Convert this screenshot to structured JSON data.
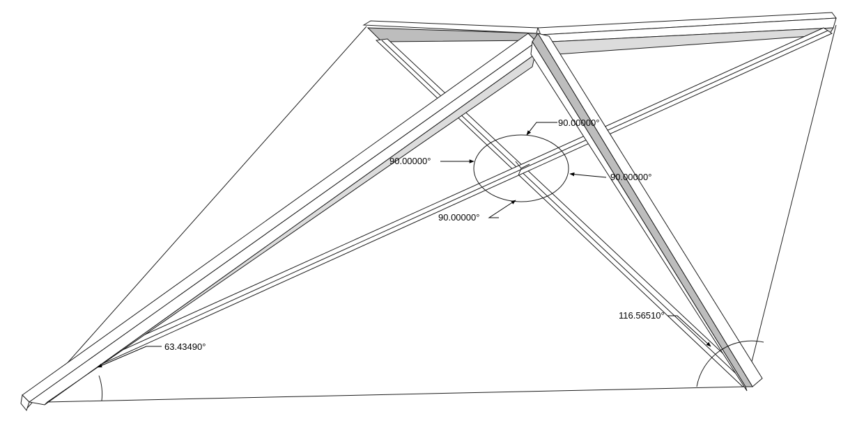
{
  "colors": {
    "background": "#ffffff",
    "stroke": "#1a1a1a",
    "face_light": "#ffffff",
    "face_shade": "#dcdcdc",
    "face_dark": "#bdbdbd"
  },
  "dimensions": {
    "angle_center_top": "90.00000°",
    "angle_center_left": "90.00000°",
    "angle_center_right": "90.00000°",
    "angle_center_bottom": "90.00000°",
    "angle_bottom_left": "63.43490°",
    "angle_bottom_right": "116.56510°"
  }
}
